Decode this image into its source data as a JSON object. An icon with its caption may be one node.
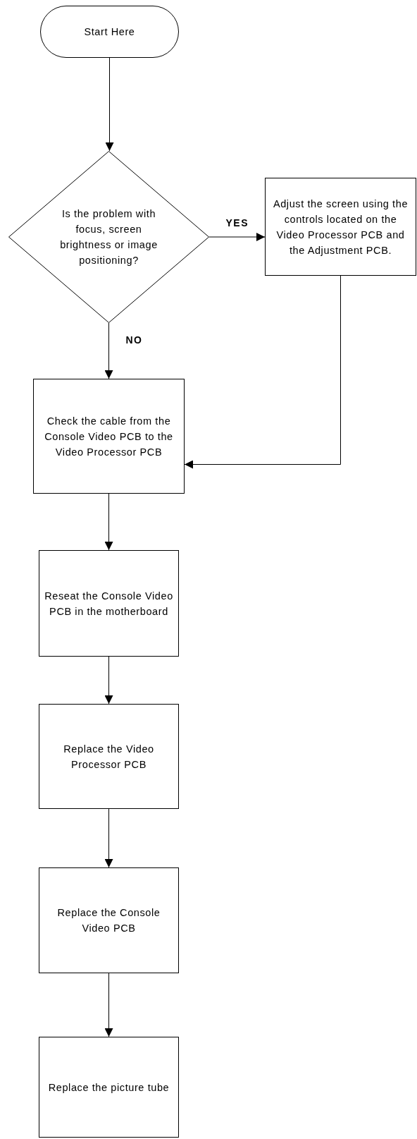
{
  "diagram": {
    "nodes": [
      {
        "text": [
          "Start Here"
        ]
      },
      {
        "text": [
          "Is the problem with focus, screen brightness or image positioning?"
        ]
      },
      {
        "text": [
          "Adjust the screen using the controls located on the Video Processor PCB and the Adjustment PCB."
        ]
      },
      {
        "text": [
          "Check the cable from the Console Video PCB to the Video Processor PCB"
        ]
      },
      {
        "text": [
          "Reseat the Console Video PCB in the motherboard"
        ]
      },
      {
        "text": [
          "Replace the Video Processor PCB"
        ]
      },
      {
        "text": [
          "Replace the Console Video PCB"
        ]
      },
      {
        "text": [
          "Replace the picture tube"
        ]
      }
    ],
    "edges": [
      {
        "from": 0,
        "to": 1,
        "arrow": "to"
      },
      {
        "from": 1,
        "to": 2,
        "arrow": "to",
        "label": "YES"
      },
      {
        "from": 1,
        "to": 3,
        "arrow": "to",
        "label": "NO"
      },
      {
        "from": 2,
        "to": 3,
        "arrow": "to"
      },
      {
        "from": 3,
        "to": 4,
        "arrow": "to"
      },
      {
        "from": 4,
        "to": 5,
        "arrow": "to"
      },
      {
        "from": 5,
        "to": 6,
        "arrow": "to"
      },
      {
        "from": 6,
        "to": 7,
        "arrow": "to"
      }
    ]
  }
}
